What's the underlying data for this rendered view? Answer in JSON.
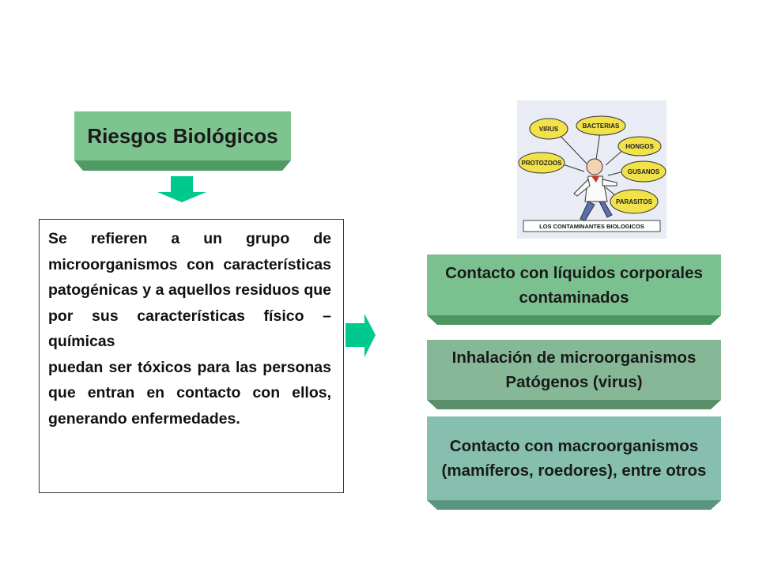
{
  "title": "Riesgos Biológicos",
  "description": [
    "Se refieren a un grupo de microorganismos con características patogénicas y a aquellos residuos que por sus características físico – químicas",
    "puedan ser tóxicos para las personas que entran en contacto con ellos, generando enfermedades."
  ],
  "illustration": {
    "caption": "LOS CONTAMINANTES BIOLOGICOS",
    "bubbles": [
      "VIRUS",
      "BACTERIAS",
      "HONGOS",
      "PROTOZOOS",
      "GUSANOS",
      "PARASITOS"
    ]
  },
  "routes": [
    {
      "text": "Contacto con líquidos corporales contaminados"
    },
    {
      "text": "Inhalación de microorganismos Patógenos (virus)"
    },
    {
      "text": "Contacto con macroorganismos (mamíferos, roedores), entre otros"
    }
  ],
  "colors": {
    "title_face": "#7dc48f",
    "route1_face": "#7bc08f",
    "route2_face": "#86b897",
    "route3_face": "#86bfae",
    "arrow": "#00c98e"
  },
  "icons": {
    "down_arrow": "down-arrow-icon",
    "right_arrow": "right-arrow-icon"
  }
}
